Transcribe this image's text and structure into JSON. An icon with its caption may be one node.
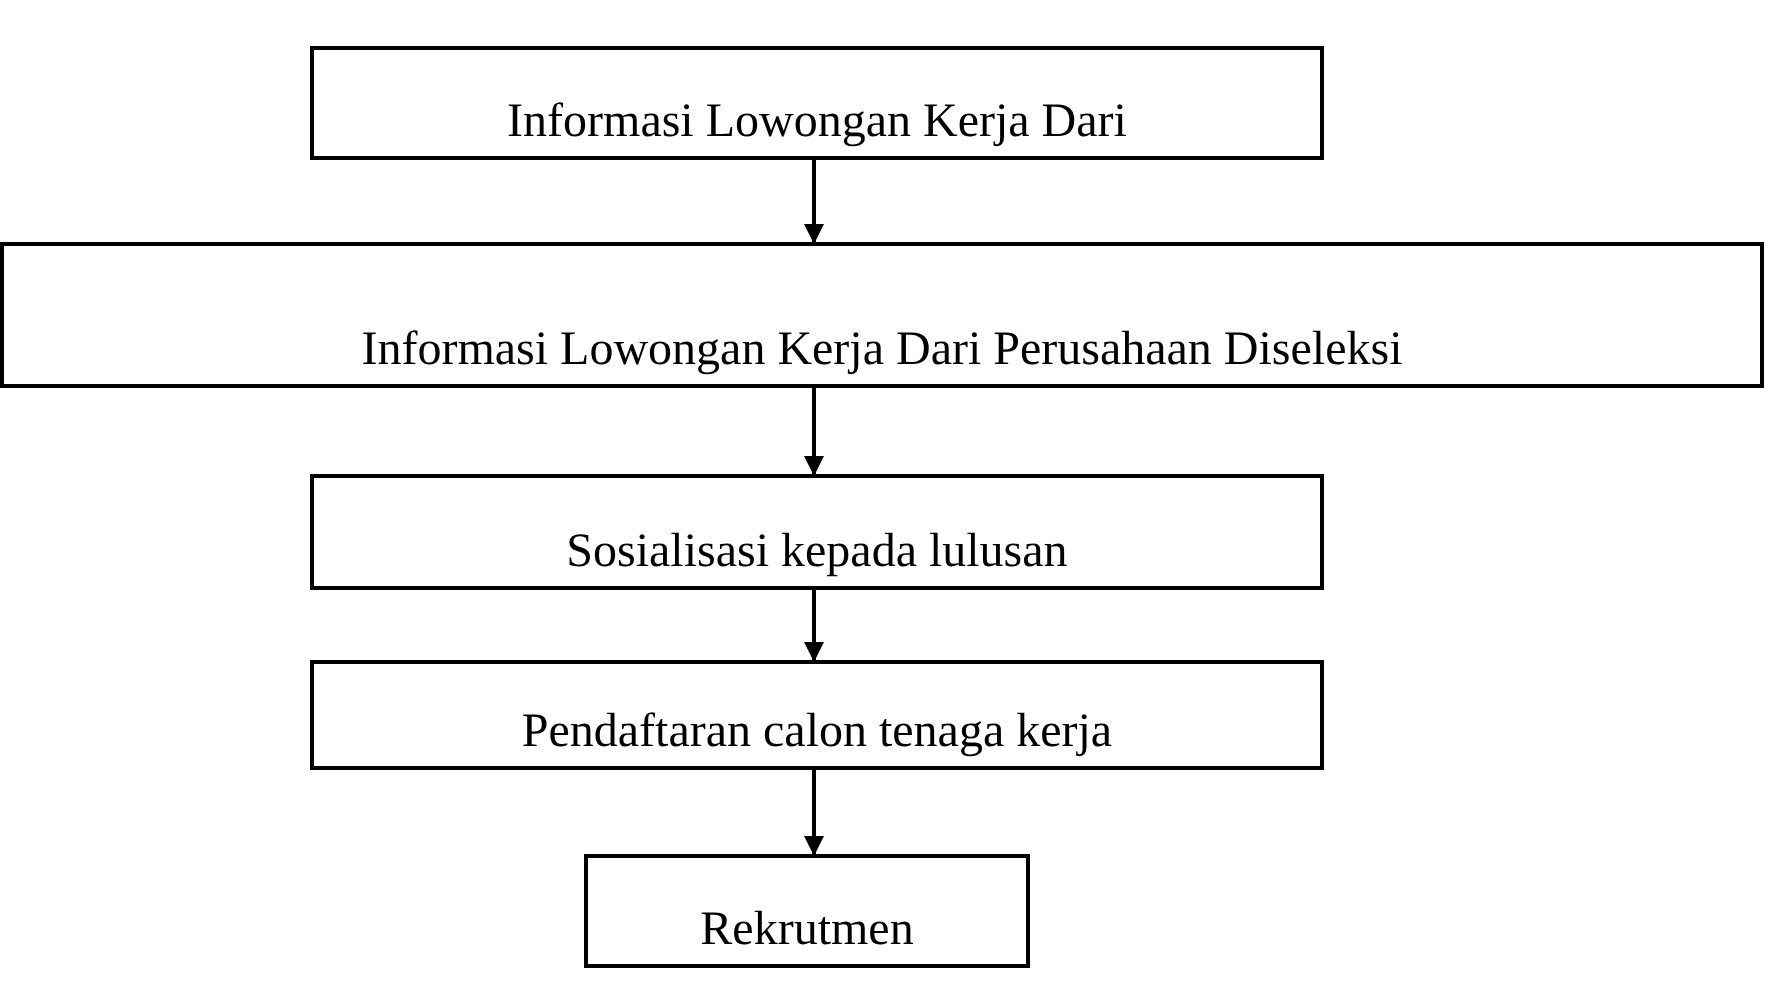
{
  "diagram": {
    "nodes": [
      {
        "text": [
          "Informasi Lowongan Kerja Dari"
        ]
      },
      {
        "text": [
          "Informasi Lowongan Kerja Dari Perusahaan Diseleksi"
        ]
      },
      {
        "text": [
          "Sosialisasi kepada lulusan"
        ]
      },
      {
        "text": [
          "Pendaftaran calon tenaga kerja"
        ]
      },
      {
        "text": [
          "Rekrutmen"
        ]
      }
    ],
    "edges": [
      {
        "from": 0,
        "to": 1,
        "arrow": "to"
      },
      {
        "from": 1,
        "to": 2,
        "arrow": "to"
      },
      {
        "from": 2,
        "to": 3,
        "arrow": "to"
      },
      {
        "from": 3,
        "to": 4,
        "arrow": "to"
      }
    ]
  }
}
